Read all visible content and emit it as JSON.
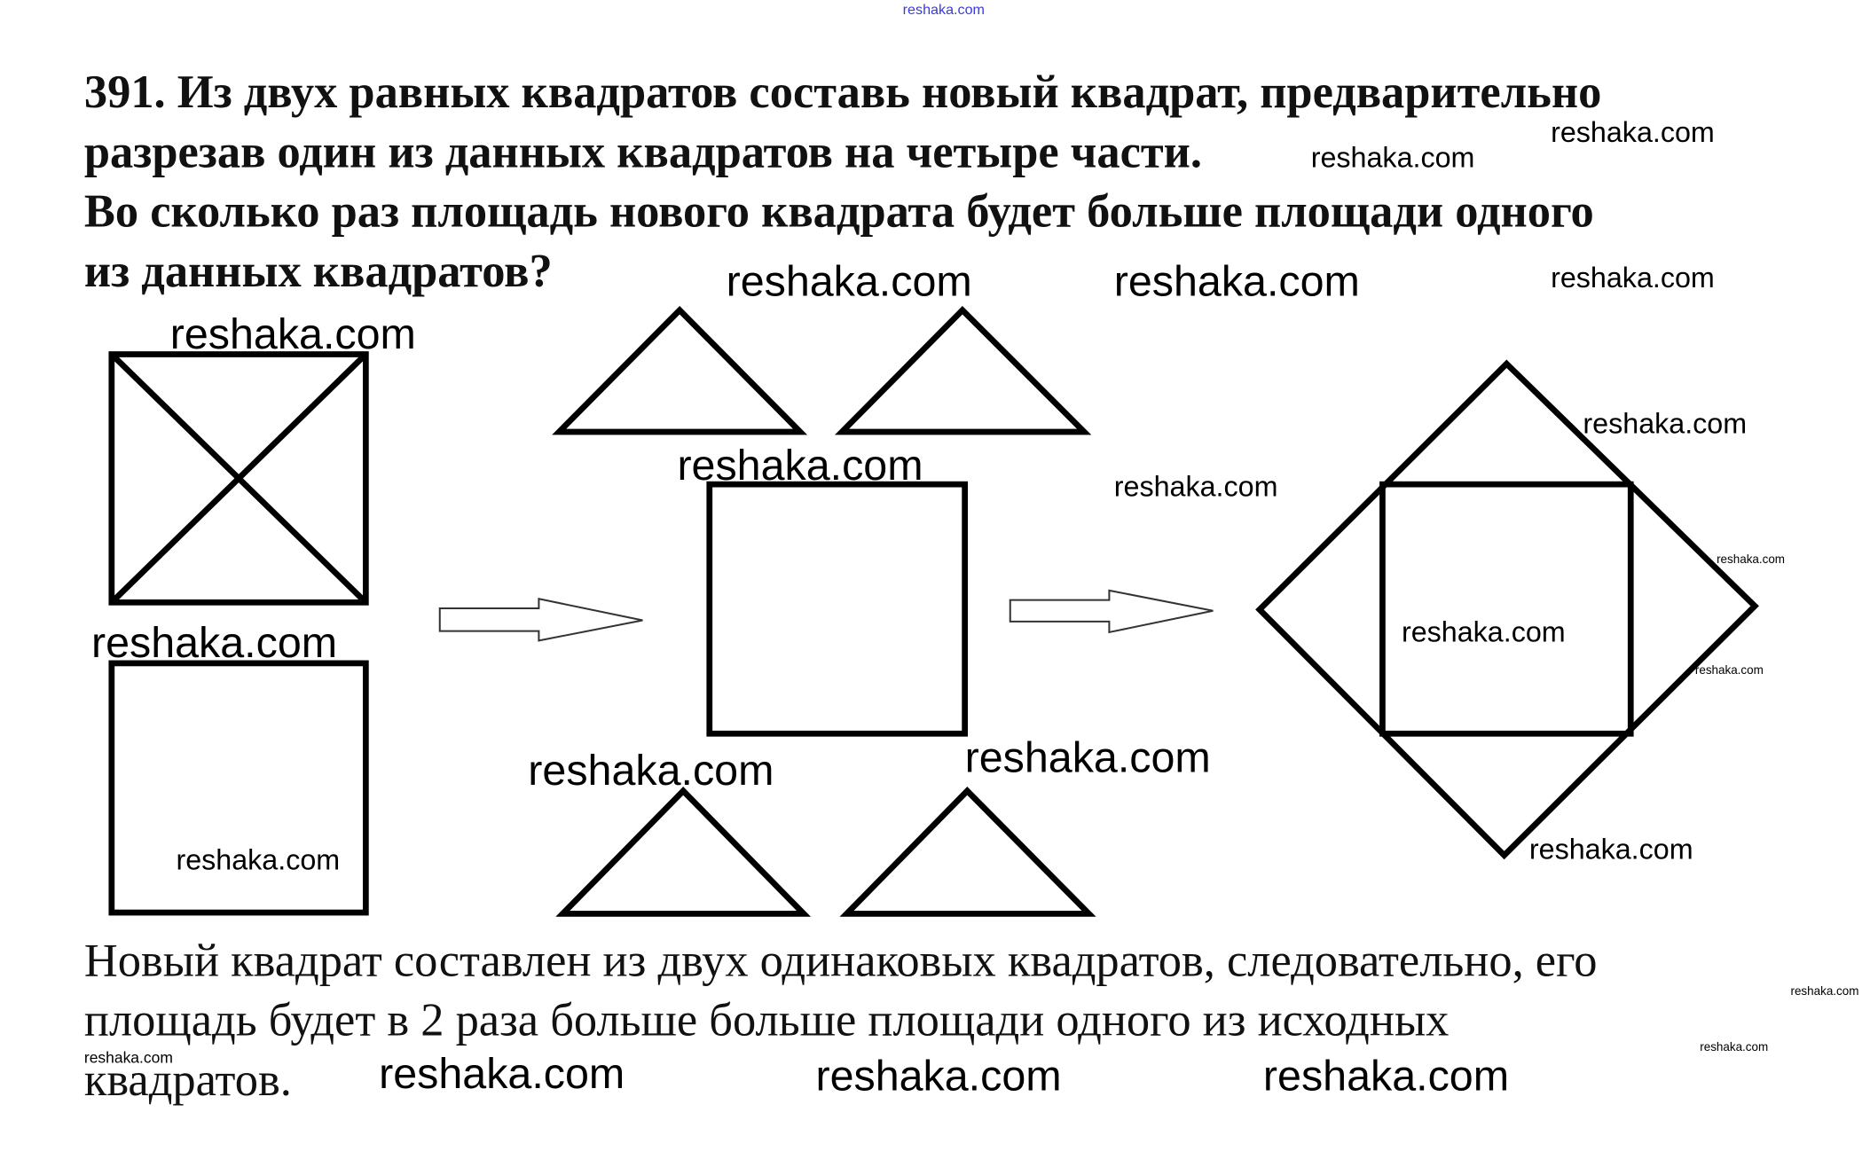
{
  "header_watermark": "reshaka.com",
  "problem": {
    "lines": [
      "391. Из двух равных квадратов составь новый квадрат, предварительно",
      "разрезав один из данных квадратов на четыре части.",
      "Во сколько раз площадь нового квадрата будет больше площади одного",
      "из данных квадратов?"
    ]
  },
  "answer": {
    "lines": [
      "Новый квадрат составлен из двух одинаковых квадратов, следовательно, его",
      "площадь будет в 2 раза больше больше площади одного из исходных",
      "квадратов."
    ]
  },
  "watermark": "reshaka.com",
  "colors": {
    "text": "#111111",
    "header_watermark": "#3a3adf"
  }
}
